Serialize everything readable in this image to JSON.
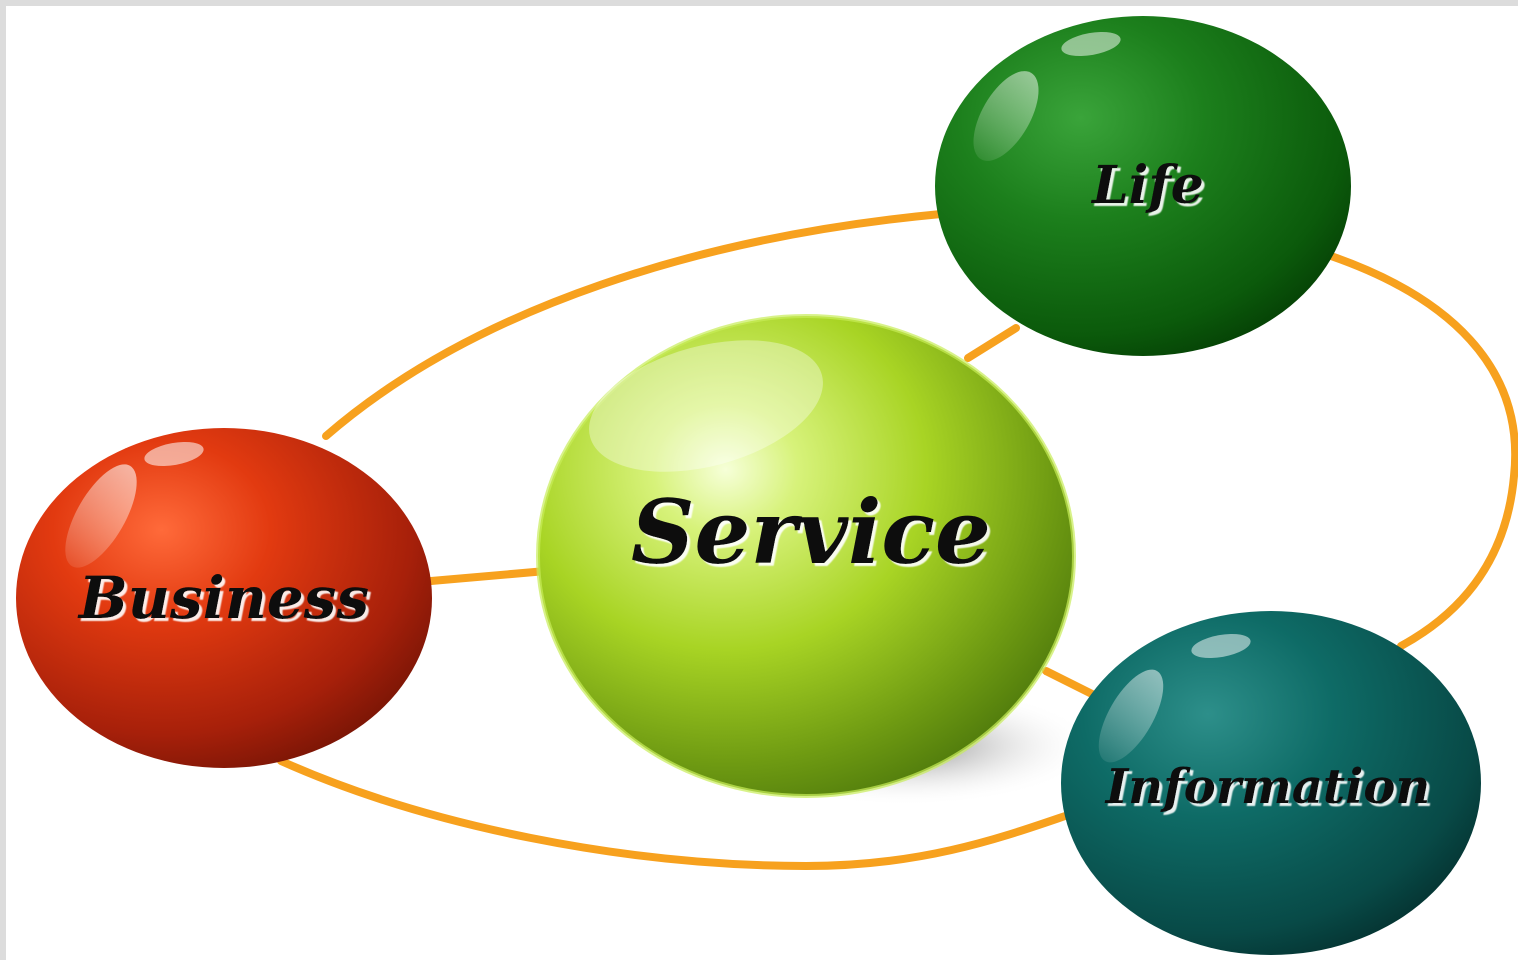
{
  "diagram": {
    "nodes": [
      {
        "id": "service",
        "label": "Service",
        "color": "#a6d928"
      },
      {
        "id": "business",
        "label": "Business",
        "color": "#d93a10"
      },
      {
        "id": "life",
        "label": "Life",
        "color": "#1e7d1e"
      },
      {
        "id": "information",
        "label": "Information",
        "color": "#0e6a66"
      }
    ],
    "edges": [
      {
        "from": "service",
        "to": "business"
      },
      {
        "from": "service",
        "to": "life"
      },
      {
        "from": "service",
        "to": "information"
      },
      {
        "from": "business",
        "to": "life"
      },
      {
        "from": "life",
        "to": "information"
      },
      {
        "from": "information",
        "to": "business"
      }
    ],
    "connector_color": "#f7a11e"
  }
}
